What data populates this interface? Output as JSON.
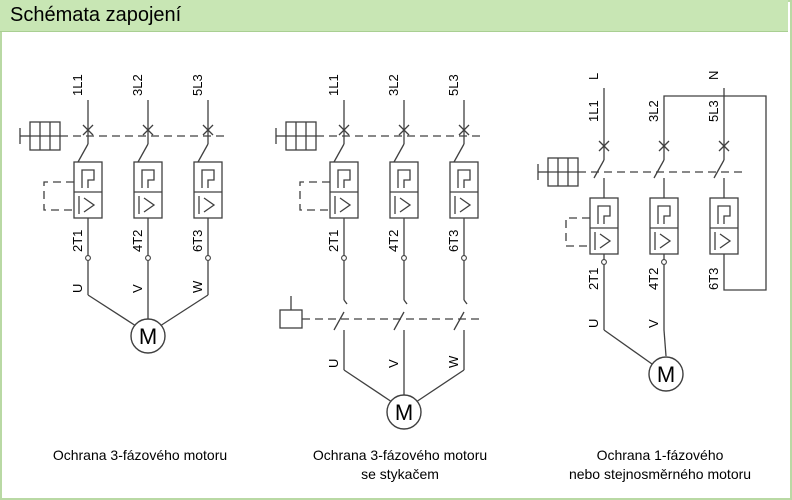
{
  "header": {
    "title": "Schémata zapojení"
  },
  "colors": {
    "header_bg": "#c8e6b4",
    "border": "#b9d9a4",
    "line": "#404040"
  },
  "diagrams": [
    {
      "terminals_top": [
        "1L1",
        "3L2",
        "5L3"
      ],
      "terminals_bottom": [
        "2T1",
        "4T2",
        "6T3"
      ],
      "phases": [
        "U",
        "V",
        "W"
      ],
      "motor": "M",
      "caption": [
        "Ochrana 3-fázového motoru"
      ]
    },
    {
      "terminals_top": [
        "1L1",
        "3L2",
        "5L3"
      ],
      "terminals_bottom": [
        "2T1",
        "4T2",
        "6T3"
      ],
      "phases": [
        "U",
        "V",
        "W"
      ],
      "motor": "M",
      "caption": [
        "Ochrana 3-fázového motoru",
        "se stykačem"
      ]
    },
    {
      "supply": [
        "L",
        "N"
      ],
      "terminals_top": [
        "1L1",
        "3L2",
        "5L3"
      ],
      "terminals_bottom": [
        "2T1",
        "4T2",
        "6T3"
      ],
      "phases": [
        "U",
        "V"
      ],
      "motor": "M",
      "caption": [
        "Ochrana 1-fázového",
        "nebo stejnosměrného motoru"
      ]
    }
  ]
}
